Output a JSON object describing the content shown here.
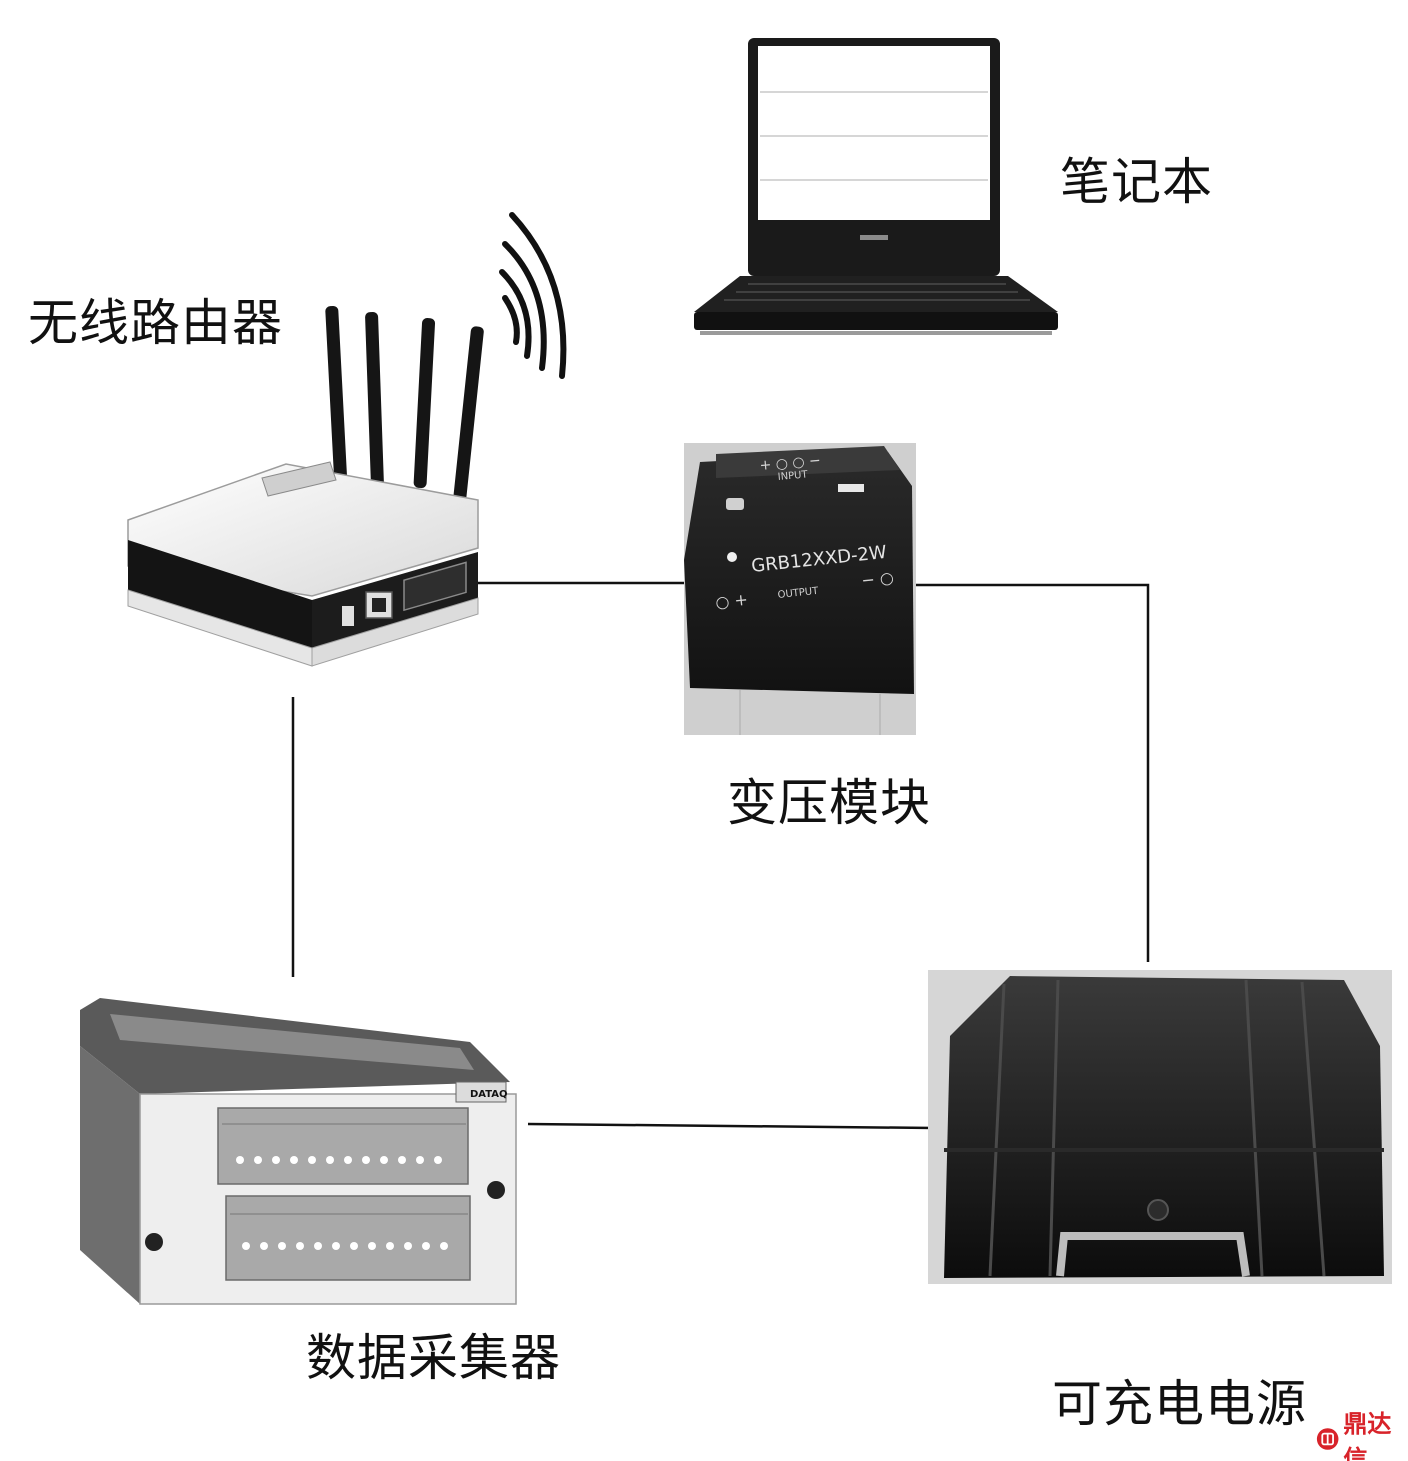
{
  "nodes": {
    "laptop": {
      "label": "笔记本",
      "icon": "laptop-icon"
    },
    "router": {
      "label": "无线路由器",
      "icon": "wireless-router-icon"
    },
    "transformer": {
      "label": "变压模块",
      "icon": "transformer-module-icon",
      "printed_model": "GRB12XXD-2W",
      "printed_input": "INPUT",
      "printed_output": "OUTPUT"
    },
    "logger": {
      "label": "数据采集器",
      "icon": "data-logger-icon",
      "printed_brand": "DATAQ"
    },
    "battery": {
      "label": "可充电电源",
      "icon": "rechargeable-battery-case-icon"
    }
  },
  "watermark": {
    "text": "鼎达信"
  },
  "colors": {
    "line": "#111111",
    "device_dark": "#1b1b1b",
    "device_light": "#e8e8e8",
    "watermark": "#d8232a"
  }
}
